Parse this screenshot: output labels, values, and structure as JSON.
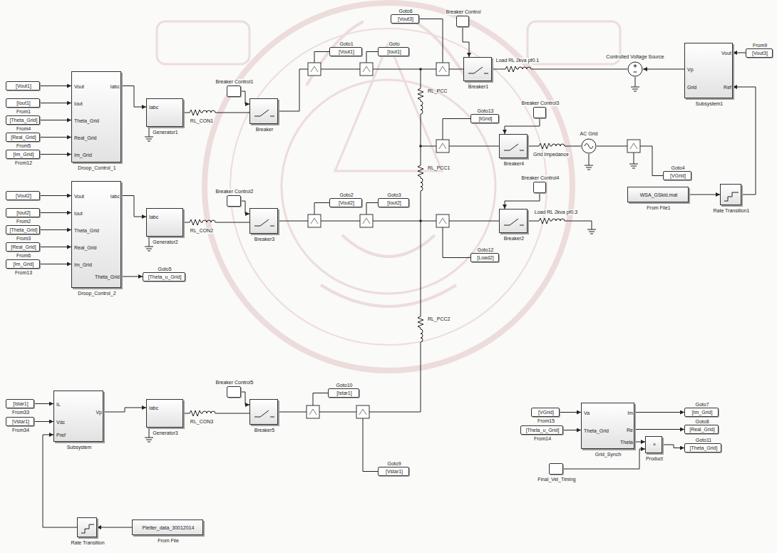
{
  "diagram": {
    "nodes": [
      {
        "text": [
          "[Vout1]"
        ]
      },
      {
        "text": [
          "[Iout1]",
          "From1"
        ]
      },
      {
        "text": [
          "[Theta_Grid]",
          "From4"
        ]
      },
      {
        "text": [
          "[Real_Grid]",
          "From5"
        ]
      },
      {
        "text": [
          "[Im_Grid]",
          "From12"
        ]
      },
      {
        "text": [
          "Vout",
          "Iout",
          "Theta_Grid",
          "Real_Grid",
          "Im_Grid",
          "Iabc",
          "Droop_Control_1"
        ]
      },
      {
        "text": [
          "Iabc",
          "Generator1"
        ]
      },
      {
        "text": [
          "RL_CON1"
        ]
      },
      {
        "text": [
          "Breaker Control1"
        ]
      },
      {
        "text": [
          "Breaker"
        ]
      },
      {
        "text": [
          "[Vout1]",
          "Goto1"
        ]
      },
      {
        "text": [
          "[Iout1]",
          "Goto"
        ]
      },
      {
        "text": [
          "[Vout3]",
          "Goto6"
        ]
      },
      {
        "text": [
          "Breaker Control"
        ]
      },
      {
        "text": [
          "Breaker1"
        ]
      },
      {
        "text": [
          "Load RL 2kva pf0.1"
        ]
      },
      {
        "text": [
          "Controlled Voltage Source"
        ]
      },
      {
        "text": [
          "Vp",
          "Grid",
          "Vout",
          "Ref",
          "Subsystem1"
        ]
      },
      {
        "text": [
          "[Vout3]",
          "From9"
        ]
      },
      {
        "text": [
          "RL_PCC"
        ]
      },
      {
        "text": [
          "[IGrid]",
          "Goto13"
        ]
      },
      {
        "text": [
          "Breaker Control3"
        ]
      },
      {
        "text": [
          "Breaker4"
        ]
      },
      {
        "text": [
          "Grid Impedance"
        ]
      },
      {
        "text": [
          "AC Grid"
        ]
      },
      {
        "text": [
          "[VGrid]",
          "Goto4"
        ]
      },
      {
        "text": [
          "WSA_GSkid.mat",
          "From File1"
        ]
      },
      {
        "text": [
          "Rate Transition1"
        ]
      },
      {
        "text": [
          "RL_PCC1"
        ]
      },
      {
        "text": [
          "Breaker Control4"
        ]
      },
      {
        "text": [
          "Breaker2"
        ]
      },
      {
        "text": [
          "Load RL 2kva pf0.3"
        ]
      },
      {
        "text": [
          "[Load2]",
          "Goto12"
        ]
      },
      {
        "text": [
          "[Vout2]",
          "Goto2"
        ]
      },
      {
        "text": [
          "[Iout2]",
          "Goto3"
        ]
      },
      {
        "text": [
          "[Vout2]"
        ]
      },
      {
        "text": [
          "[Iout2]",
          "From2"
        ]
      },
      {
        "text": [
          "[Theta_Grid]",
          "From3"
        ]
      },
      {
        "text": [
          "[Real_Grid]",
          "From6"
        ]
      },
      {
        "text": [
          "[Im_Grid]",
          "From13"
        ]
      },
      {
        "text": [
          "Vout",
          "Iout",
          "Theta_Grid",
          "Real_Grid",
          "Im_Grid",
          "Iabc",
          "Theta_Grid",
          "Droop_Control_2"
        ]
      },
      {
        "text": [
          "Iabc",
          "Generator2"
        ]
      },
      {
        "text": [
          "RL_CON2"
        ]
      },
      {
        "text": [
          "Breaker Control2"
        ]
      },
      {
        "text": [
          "Breaker3"
        ]
      },
      {
        "text": [
          "[Theta_u_Grid]",
          "Goto5"
        ]
      },
      {
        "text": [
          "RL_PCC2"
        ]
      },
      {
        "text": [
          "[Istar1]",
          "From33"
        ]
      },
      {
        "text": [
          "[Vstar1]",
          "From34"
        ]
      },
      {
        "text": [
          "IL",
          "Vdc",
          "Pref",
          "Vp",
          "Subsystem"
        ]
      },
      {
        "text": [
          "Iabc",
          "Generator3"
        ]
      },
      {
        "text": [
          "RL_CON3"
        ]
      },
      {
        "text": [
          "Breaker Control5"
        ]
      },
      {
        "text": [
          "Breaker5"
        ]
      },
      {
        "text": [
          "[Istar1]",
          "Goto10"
        ]
      },
      {
        "text": [
          "[Vstar1]",
          "Goto9"
        ]
      },
      {
        "text": [
          "Rate Transition"
        ]
      },
      {
        "text": [
          "Pletter_data_30012014",
          "From File"
        ]
      },
      {
        "text": [
          "[VGrid]",
          "From15"
        ]
      },
      {
        "text": [
          "[Theta_u_Grid]",
          "From14"
        ]
      },
      {
        "text": [
          "Va",
          "Theta_Grid",
          "Im",
          "Re",
          "Theta",
          "Grid_Synch"
        ]
      },
      {
        "text": [
          "×",
          "Product"
        ]
      },
      {
        "text": [
          "Final_Vel_Timing"
        ]
      },
      {
        "text": [
          "[Im_Grid]",
          "Goto7"
        ]
      },
      {
        "text": [
          "[Real_Grid]",
          "Goto8"
        ]
      },
      {
        "text": [
          "[Theta_Grid]",
          "Goto11"
        ]
      }
    ],
    "edges": [
      {
        "from": 0,
        "to": 5,
        "arrow": "to"
      },
      {
        "from": 1,
        "to": 5,
        "arrow": "to"
      },
      {
        "from": 2,
        "to": 5,
        "arrow": "to"
      },
      {
        "from": 3,
        "to": 5,
        "arrow": "to"
      },
      {
        "from": 4,
        "to": 5,
        "arrow": "to"
      },
      {
        "from": 5,
        "to": 6,
        "arrow": "to"
      },
      {
        "from": 6,
        "to": 7,
        "arrow": "none"
      },
      {
        "from": 7,
        "to": 9,
        "arrow": "none"
      },
      {
        "from": 8,
        "to": 9,
        "arrow": "to"
      },
      {
        "from": 13,
        "to": 14,
        "arrow": "to"
      },
      {
        "from": 14,
        "to": 15,
        "arrow": "none"
      },
      {
        "from": 15,
        "to": 16,
        "arrow": "none"
      },
      {
        "from": 17,
        "to": 16,
        "arrow": "to"
      },
      {
        "from": 18,
        "to": 17,
        "arrow": "to"
      },
      {
        "from": 26,
        "to": 27,
        "arrow": "to"
      },
      {
        "from": 27,
        "to": 17,
        "arrow": "to"
      },
      {
        "from": 21,
        "to": 22,
        "arrow": "to"
      },
      {
        "from": 22,
        "to": 23,
        "arrow": "none"
      },
      {
        "from": 23,
        "to": 24,
        "arrow": "none"
      },
      {
        "from": 29,
        "to": 30,
        "arrow": "to"
      },
      {
        "from": 30,
        "to": 31,
        "arrow": "none"
      },
      {
        "from": 19,
        "to": 28,
        "arrow": "none"
      },
      {
        "from": 28,
        "to": 46,
        "arrow": "none"
      },
      {
        "from": 35,
        "to": 40,
        "arrow": "to"
      },
      {
        "from": 36,
        "to": 40,
        "arrow": "to"
      },
      {
        "from": 37,
        "to": 40,
        "arrow": "to"
      },
      {
        "from": 38,
        "to": 40,
        "arrow": "to"
      },
      {
        "from": 39,
        "to": 40,
        "arrow": "to"
      },
      {
        "from": 40,
        "to": 41,
        "arrow": "to"
      },
      {
        "from": 40,
        "to": 45,
        "arrow": "to"
      },
      {
        "from": 41,
        "to": 42,
        "arrow": "none"
      },
      {
        "from": 42,
        "to": 44,
        "arrow": "none"
      },
      {
        "from": 43,
        "to": 44,
        "arrow": "to"
      },
      {
        "from": 47,
        "to": 49,
        "arrow": "to"
      },
      {
        "from": 48,
        "to": 49,
        "arrow": "to"
      },
      {
        "from": 49,
        "to": 50,
        "arrow": "to"
      },
      {
        "from": 50,
        "to": 51,
        "arrow": "none"
      },
      {
        "from": 51,
        "to": 53,
        "arrow": "none"
      },
      {
        "from": 52,
        "to": 53,
        "arrow": "to"
      },
      {
        "from": 57,
        "to": 56,
        "arrow": "to"
      },
      {
        "from": 56,
        "to": 49,
        "arrow": "to"
      },
      {
        "from": 58,
        "to": 60,
        "arrow": "to"
      },
      {
        "from": 59,
        "to": 60,
        "arrow": "to"
      },
      {
        "from": 60,
        "to": 63,
        "arrow": "to"
      },
      {
        "from": 60,
        "to": 64,
        "arrow": "to"
      },
      {
        "from": 60,
        "to": 61,
        "arrow": "to"
      },
      {
        "from": 62,
        "to": 61,
        "arrow": "to"
      },
      {
        "from": 61,
        "to": 65,
        "arrow": "to"
      }
    ]
  }
}
